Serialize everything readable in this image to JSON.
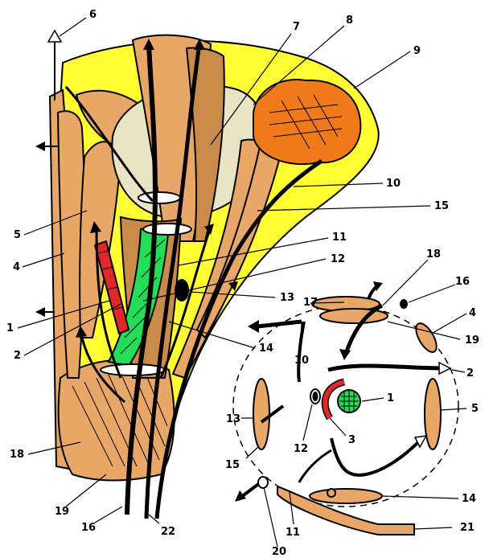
{
  "colors": {
    "fat": "#ffff33",
    "muscle": "#e8a766",
    "muscle_dark": "#c98a4a",
    "bone": "#e9e4c4",
    "tumor": "#f07a1a",
    "nerve_green": "#22dd55",
    "artery_red": "#e0282a",
    "outline": "#000000"
  },
  "icons": [
    "arrow-icon"
  ],
  "main_view": {
    "labels": [
      "6",
      "7",
      "8",
      "9",
      "10",
      "15",
      "11",
      "12",
      "13",
      "14",
      "5",
      "4",
      "1",
      "2",
      "18",
      "19",
      "16",
      "22"
    ]
  },
  "cross_section": {
    "labels": [
      "18",
      "16",
      "17",
      "4",
      "19",
      "10",
      "2",
      "1",
      "3",
      "5",
      "13",
      "12",
      "15",
      "14",
      "11",
      "21",
      "20"
    ]
  }
}
